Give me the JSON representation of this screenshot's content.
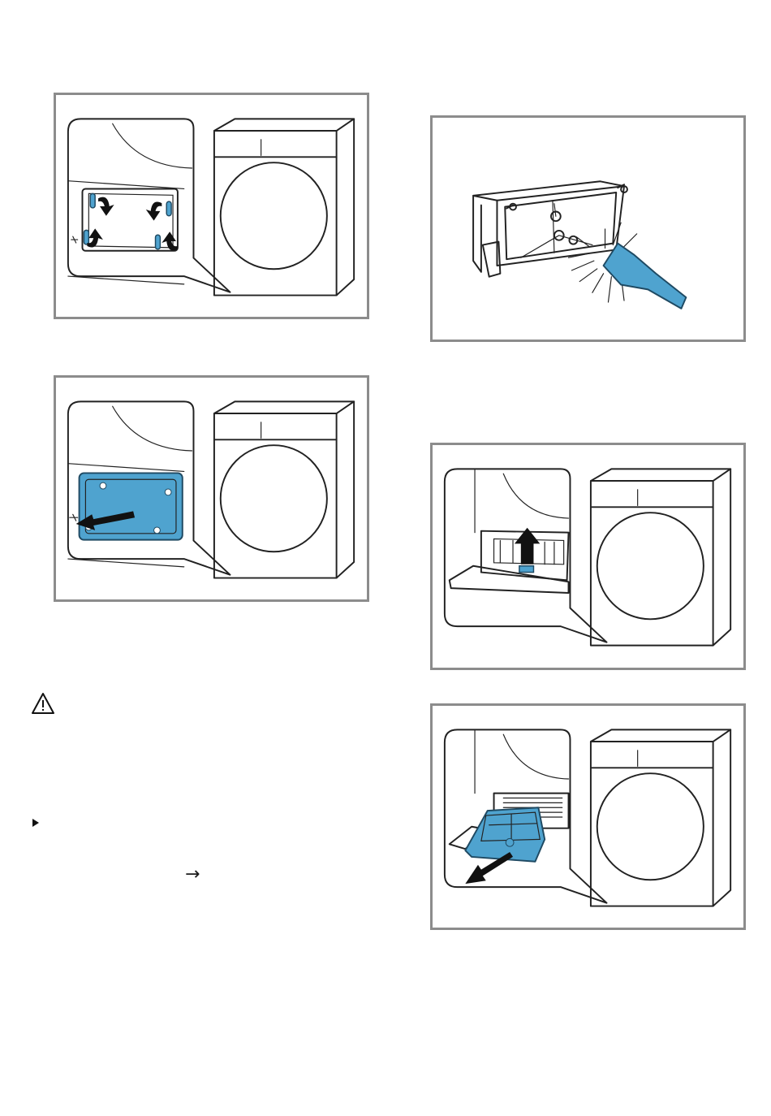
{
  "figures": [
    {
      "id": "fig-1",
      "icon": "dryer-clips-open-illustration"
    },
    {
      "id": "fig-2",
      "icon": "dryer-cover-remove-illustration"
    },
    {
      "id": "fig-3",
      "icon": "filter-brush-clean-illustration"
    },
    {
      "id": "fig-4",
      "icon": "dryer-filter-lift-illustration"
    },
    {
      "id": "fig-5",
      "icon": "dryer-filter-pull-illustration"
    }
  ],
  "symbols": {
    "warning_icon": "warning-triangle-icon",
    "bullet_icon": "triangle-bullet-icon",
    "arrow": "→"
  },
  "colors": {
    "accent_blue": "#4fa3cf",
    "frame_gray": "#8c8c8c"
  }
}
